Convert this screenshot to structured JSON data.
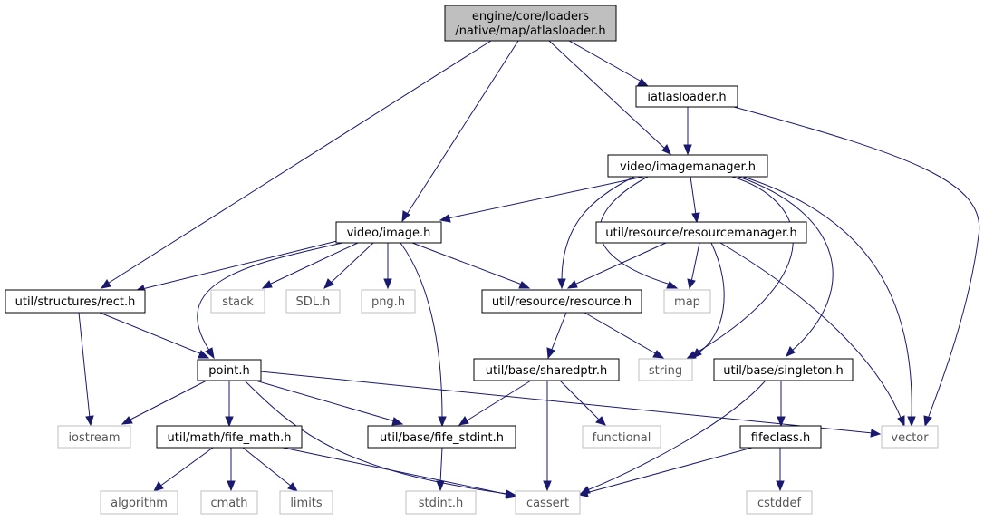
{
  "colors": {
    "edge": "#191970",
    "root_fill": "#bfbfbf",
    "internal_stroke": "#000000",
    "external_stroke": "#bfbfbf"
  },
  "nodes": {
    "atlasloader_line1": "engine/core/loaders",
    "atlasloader_line2": "/native/map/atlasloader.h",
    "iatlasloader": "iatlasloader.h",
    "imagemanager": "video/imagemanager.h",
    "image": "video/image.h",
    "resourcemanager": "util/resource/resourcemanager.h",
    "rect": "util/structures/rect.h",
    "stack": "stack",
    "sdl": "SDL.h",
    "png": "png.h",
    "resource": "util/resource/resource.h",
    "map": "map",
    "point": "point.h",
    "sharedptr": "util/base/sharedptr.h",
    "string": "string",
    "singleton": "util/base/singleton.h",
    "iostream": "iostream",
    "fife_math": "util/math/fife_math.h",
    "fife_stdint": "util/base/fife_stdint.h",
    "functional": "functional",
    "fifeclass": "fifeclass.h",
    "vector": "vector",
    "algorithm": "algorithm",
    "cmath": "cmath",
    "limits": "limits",
    "stdint": "stdint.h",
    "cassert": "cassert",
    "cstddef": "cstddef"
  }
}
